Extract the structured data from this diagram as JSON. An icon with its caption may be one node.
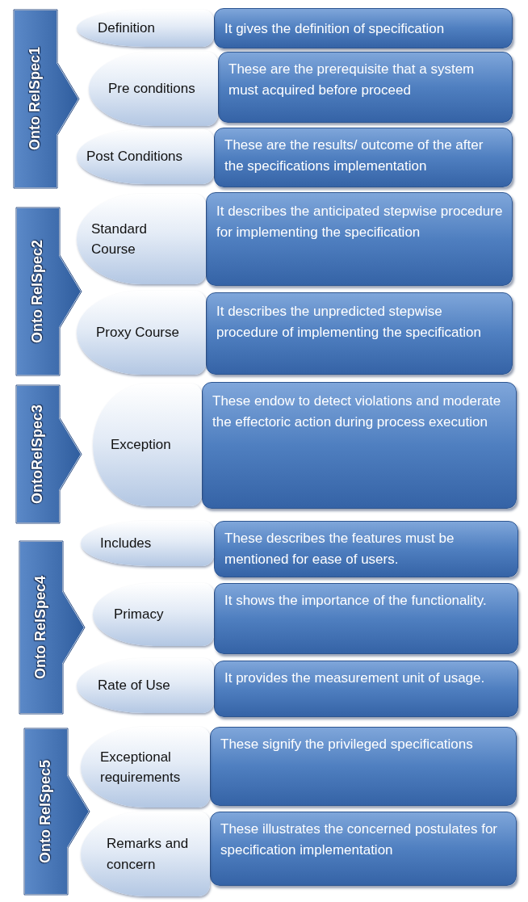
{
  "diagram": {
    "nodes": [
      {
        "text": [
          "Onto RelSpec1"
        ]
      },
      {
        "text": [
          "Definition"
        ]
      },
      {
        "text": [
          "It gives the definition of specification"
        ]
      },
      {
        "text": [
          "Pre conditions"
        ]
      },
      {
        "text": [
          "These are the prerequisite that a system must acquired before proceed"
        ]
      },
      {
        "text": [
          "Post Conditions"
        ]
      },
      {
        "text": [
          "These  are the results/ outcome of the after the specifications  implementation"
        ]
      },
      {
        "text": [
          "Onto RelSpec2"
        ]
      },
      {
        "text": [
          "Standard Course"
        ]
      },
      {
        "text": [
          "It describes the anticipated stepwise procedure for implementing  the specification"
        ]
      },
      {
        "text": [
          "Proxy Course"
        ]
      },
      {
        "text": [
          "It describes the unpredicted stepwise procedure of  implementing the specification"
        ]
      },
      {
        "text": [
          "OntoRelSpec3"
        ]
      },
      {
        "text": [
          "Exception"
        ]
      },
      {
        "text": [
          "These endow to detect violations and moderate the effectoric action during process execution"
        ]
      },
      {
        "text": [
          "Onto RelSpec4"
        ]
      },
      {
        "text": [
          "Includes"
        ]
      },
      {
        "text": [
          "These describes the features  must be mentioned for ease of users."
        ]
      },
      {
        "text": [
          "Primacy"
        ]
      },
      {
        "text": [
          "It shows the  importance of the functionality."
        ]
      },
      {
        "text": [
          "Rate of Use"
        ]
      },
      {
        "text": [
          "It provides the measurement unit of usage."
        ]
      },
      {
        "text": [
          "Onto RelSpec5"
        ]
      },
      {
        "text": [
          "Exceptional requirements"
        ]
      },
      {
        "text": [
          "These signify the privileged specifications"
        ]
      },
      {
        "text": [
          "Remarks and concern"
        ]
      },
      {
        "text": [
          "These illustrates the concerned postulates for specification implementation"
        ]
      }
    ]
  }
}
